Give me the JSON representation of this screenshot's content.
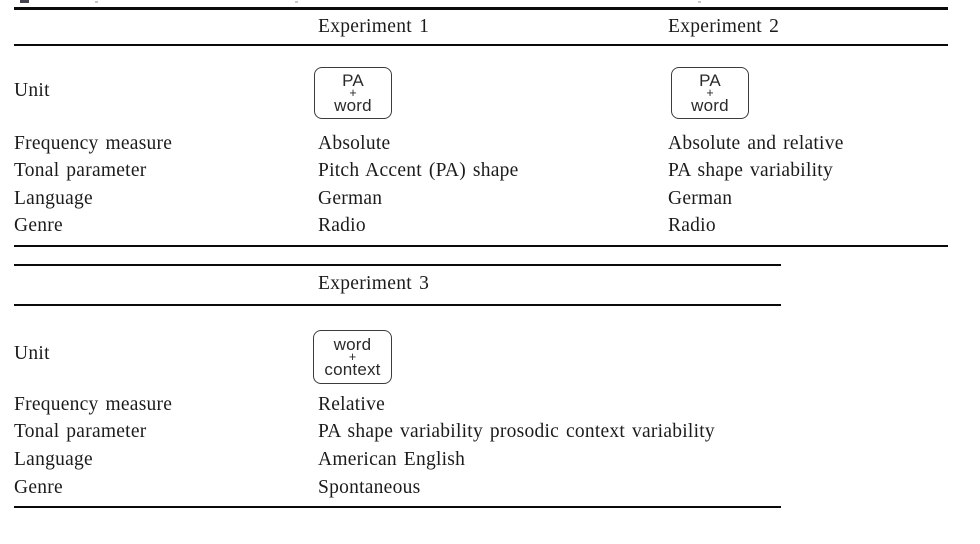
{
  "tables": [
    {
      "headers": [
        {
          "label": "Experiment 1"
        },
        {
          "label": "Experiment 2"
        }
      ],
      "unit": {
        "label": "Unit",
        "boxes": [
          {
            "line1": "PA",
            "line2": "+",
            "line3": "word"
          },
          {
            "line1": "PA",
            "line2": "+",
            "line3": "word"
          }
        ]
      },
      "rows": [
        {
          "label": "Frequency measure",
          "values": [
            "Absolute",
            "Absolute and relative"
          ]
        },
        {
          "label": "Tonal parameter",
          "values": [
            "Pitch Accent (PA) shape",
            "PA shape variability"
          ]
        },
        {
          "label": "Language",
          "values": [
            "German",
            "German"
          ]
        },
        {
          "label": "Genre",
          "values": [
            "Radio",
            "Radio"
          ]
        }
      ]
    },
    {
      "headers": [
        {
          "label": "Experiment 3"
        }
      ],
      "unit": {
        "label": "Unit",
        "boxes": [
          {
            "line1": "word",
            "line2": "+",
            "line3": "context"
          }
        ]
      },
      "rows": [
        {
          "label": "Frequency measure",
          "values": [
            "Relative"
          ]
        },
        {
          "label": "Tonal parameter",
          "values": [
            "PA shape variability prosodic context variability"
          ]
        },
        {
          "label": "Language",
          "values": [
            "American English"
          ]
        },
        {
          "label": "Genre",
          "values": [
            "Spontaneous"
          ]
        }
      ]
    }
  ]
}
